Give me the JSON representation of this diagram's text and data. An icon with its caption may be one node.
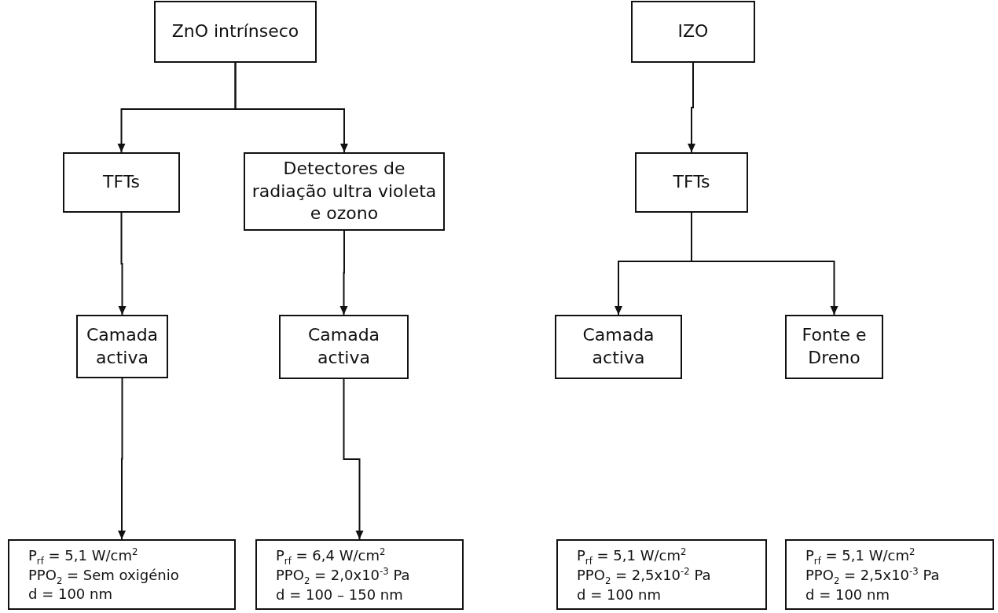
{
  "diagram": {
    "nodes": [
      {
        "text": [
          "ZnO intrínseco"
        ]
      },
      {
        "text": [
          "TFTs"
        ]
      },
      {
        "text": [
          "Detectores de radiação ultra violeta e ozono"
        ]
      },
      {
        "text": [
          "Camada activa"
        ]
      },
      {
        "text": [
          "Camada activa"
        ]
      },
      {
        "text": [
          "P$_{rf}$ = 5,1 W/cm$^{2}$",
          "PPO$_{2}$ = Sem oxigénio",
          "d = 100 nm"
        ]
      },
      {
        "text": [
          "P$_{rf}$ = 6,4 W/cm$^{2}$",
          "PPO$_{2}$ = 2,0x10$^{-3}$ Pa",
          "d = 100 – 150 nm"
        ]
      },
      {
        "text": [
          "IZO"
        ]
      },
      {
        "text": [
          "TFTs"
        ]
      },
      {
        "text": [
          "Camada activa"
        ]
      },
      {
        "text": [
          "Fonte e Dreno"
        ]
      },
      {
        "text": [
          "P$_{rf}$ = 5,1 W/cm$^{2}$",
          "PPO$_{2}$ = 2,5x10$^{-2}$ Pa",
          "d = 100 nm"
        ]
      },
      {
        "text": [
          "P$_{rf}$ = 5,1 W/cm$^{2}$",
          "PPO$_{2}$ = 2,5x10$^{-3}$ Pa",
          "d = 100 nm"
        ]
      }
    ],
    "edges": [
      {
        "from": 0,
        "to": 1,
        "arrow": "to"
      },
      {
        "from": 0,
        "to": 2,
        "arrow": "to"
      },
      {
        "from": 1,
        "to": 3,
        "arrow": "to"
      },
      {
        "from": 2,
        "to": 4,
        "arrow": "to"
      },
      {
        "from": 3,
        "to": 5,
        "arrow": "to"
      },
      {
        "from": 4,
        "to": 6,
        "arrow": "to"
      },
      {
        "from": 7,
        "to": 8,
        "arrow": "to"
      },
      {
        "from": 8,
        "to": 9,
        "arrow": "to"
      },
      {
        "from": 8,
        "to": 10,
        "arrow": "to"
      }
    ]
  }
}
